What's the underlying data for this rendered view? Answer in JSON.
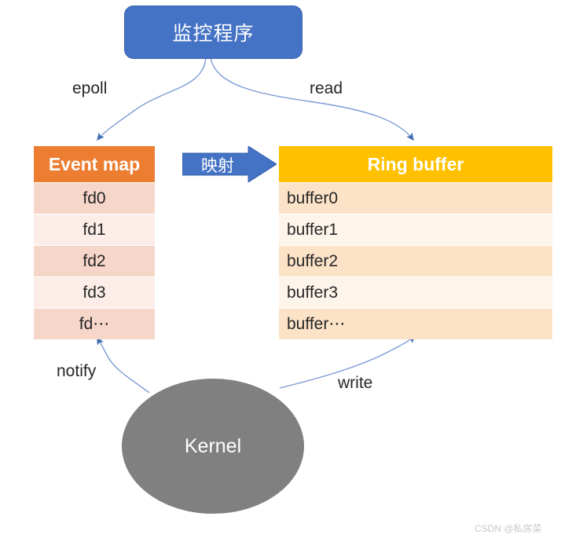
{
  "diagram": {
    "title_node": {
      "label": "监控程序",
      "fill": "#4472C4",
      "text_color": "#FFFFFF"
    },
    "edges": [
      {
        "name": "epoll",
        "label": "epoll",
        "from": "监控程序",
        "to": "Event map"
      },
      {
        "name": "read",
        "label": "read",
        "from": "监控程序",
        "to": "Ring buffer"
      },
      {
        "name": "notify",
        "label": "notify",
        "from": "Kernel",
        "to": "Event map"
      },
      {
        "name": "write",
        "label": "write",
        "from": "Kernel",
        "to": "Ring buffer"
      }
    ],
    "mapping_arrow": {
      "label": "映射",
      "fill": "#4472C4",
      "direction": "right"
    },
    "event_map": {
      "header": "Event map",
      "header_fill": "#ED7D31",
      "row_fill_odd": "#F7D6CA",
      "row_fill_even": "#FCEDE8",
      "rows": [
        "fd0",
        "fd1",
        "fd2",
        "fd3",
        "fd⋯"
      ]
    },
    "ring_buffer": {
      "header": "Ring buffer",
      "header_fill": "#FFC000",
      "row_fill_odd": "#FCE3C8",
      "row_fill_even": "#FDF4EA",
      "rows": [
        "buffer0",
        "buffer1",
        "buffer2",
        "buffer3",
        "buffer⋯"
      ]
    },
    "kernel": {
      "label": "Kernel",
      "fill": "#808080",
      "text_color": "#FFFFFF"
    },
    "connector_color": "#4472C4",
    "watermark": "CSDN @私房菜"
  }
}
